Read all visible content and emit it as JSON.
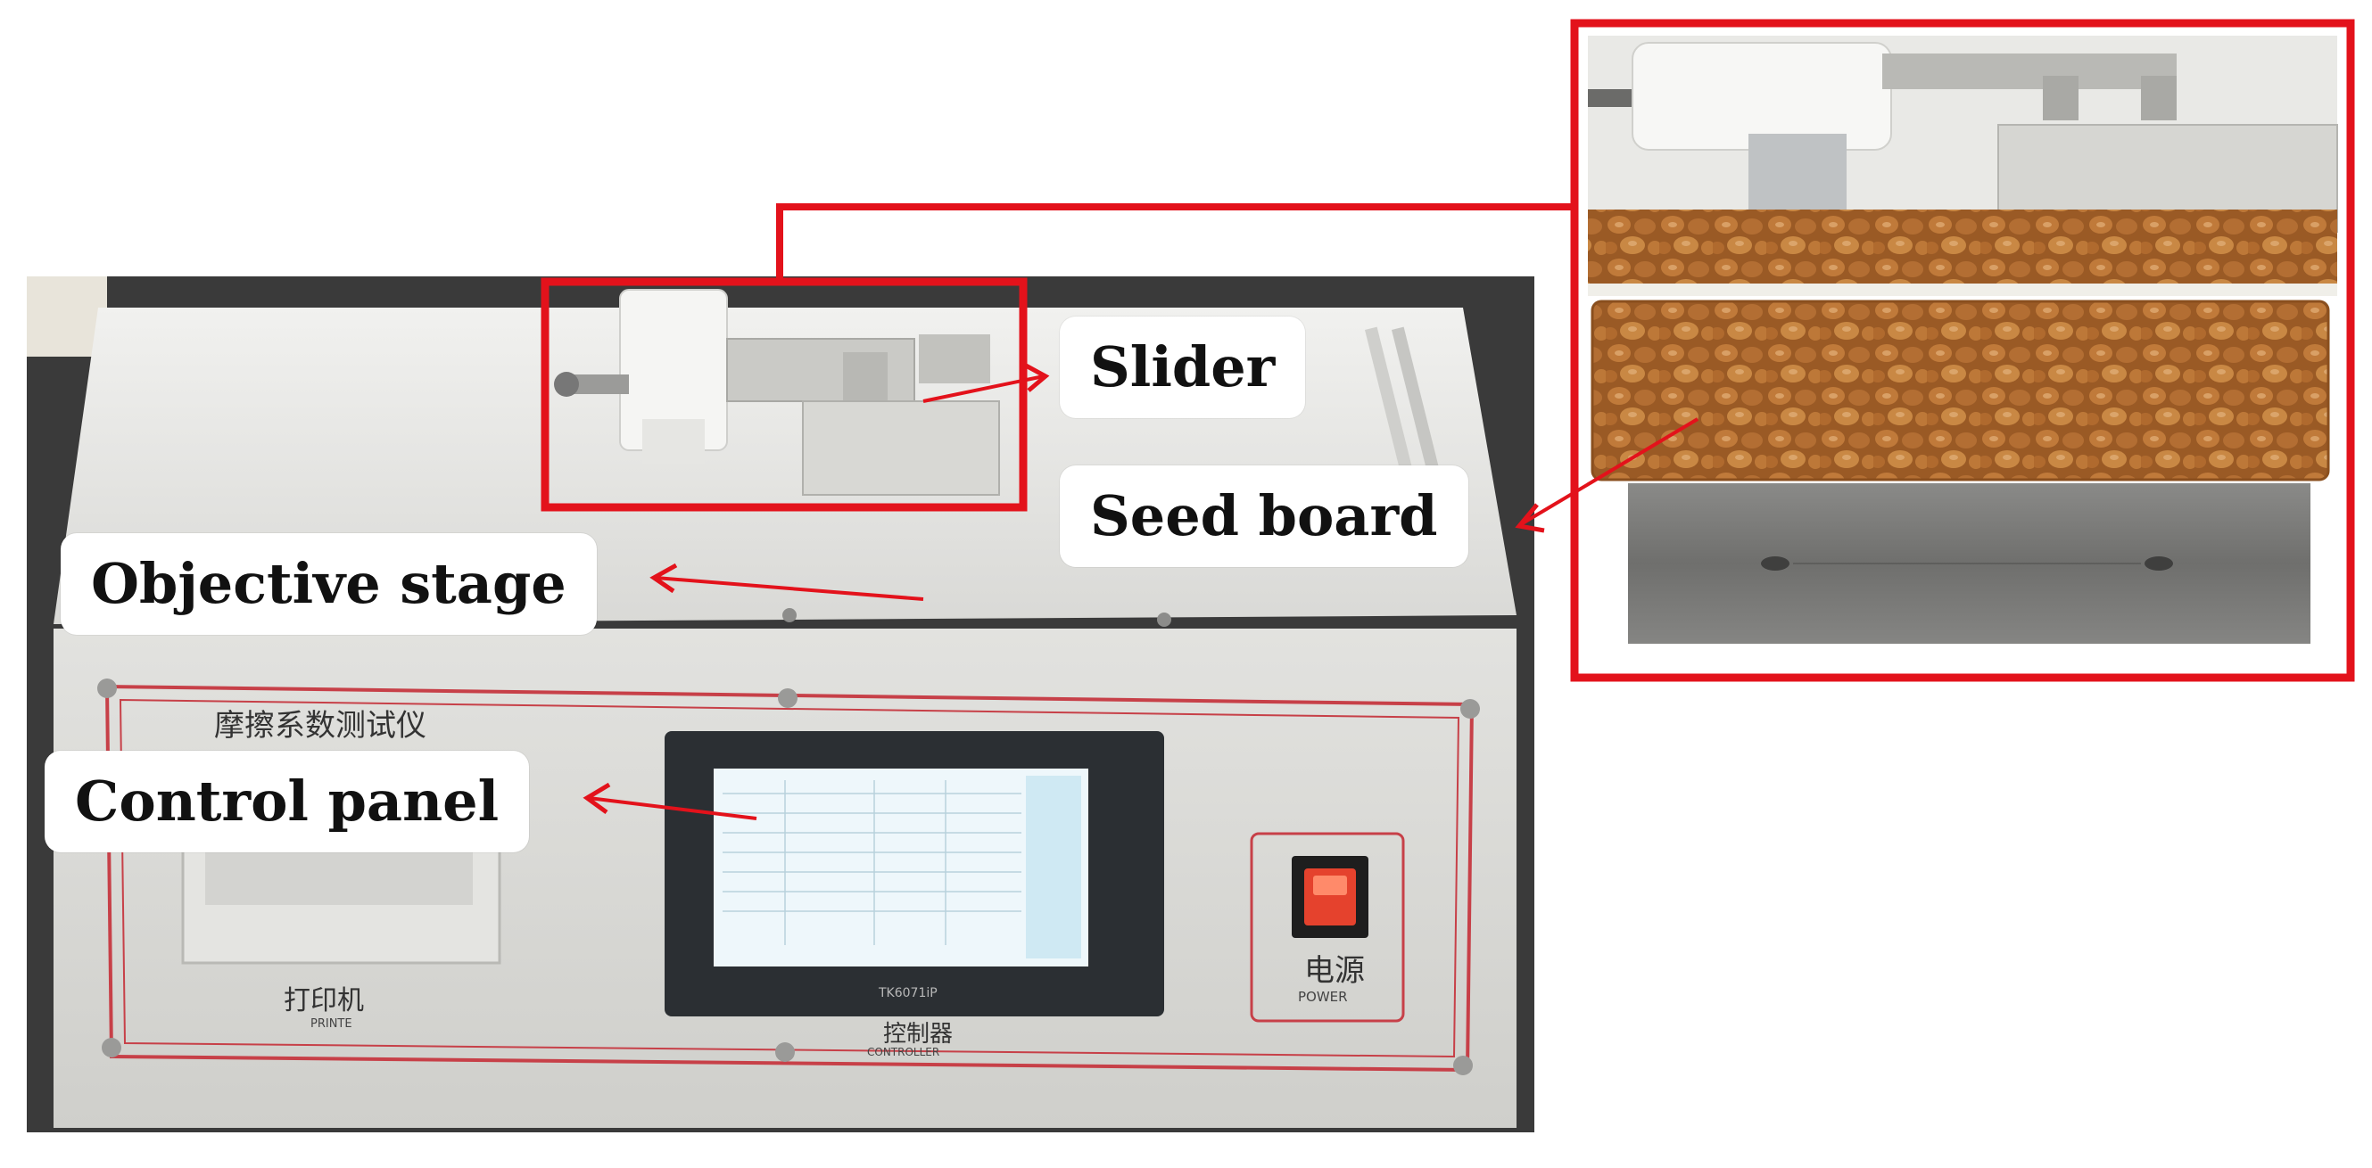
{
  "labels": {
    "slider": "Slider",
    "seed_board": "Seed board",
    "objective_stage": "Objective stage",
    "control_panel": "Control panel"
  },
  "device": {
    "name_cn": "摩擦系数测试仪",
    "printer_cn": "打印机",
    "printer_en": "PRINTE",
    "controller_cn": "控制器",
    "controller_en": "CONTROLLER",
    "power_cn": "电源",
    "power_en": "POWER",
    "screen_model": "TK6071iP"
  },
  "colors": {
    "highlight": "#e3121b",
    "arrow": "#e3121b",
    "body": "#e9e9e7",
    "panel": "#dcdcd8",
    "seed": "#a8672e",
    "steel": "#7d7d7b"
  }
}
